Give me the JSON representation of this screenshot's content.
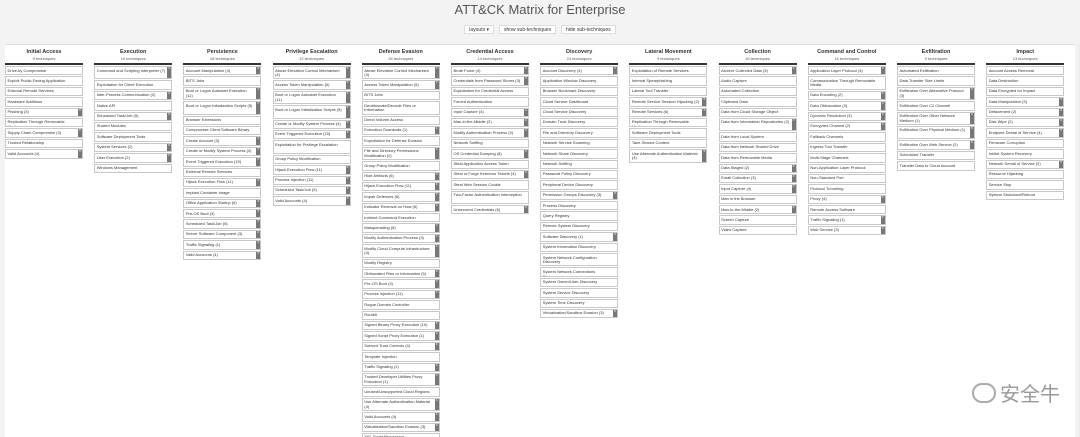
{
  "page": {
    "title": "ATT&CK Matrix for Enterprise"
  },
  "toolbar": {
    "layouts": "layouts ▾",
    "show_sub": "show sub-techniques",
    "hide_sub": "hide sub-techniques"
  },
  "watermark": "安全牛",
  "tactics": [
    {
      "name": "Initial Access",
      "count": "9 techniques",
      "items": [
        [
          "Drive-by Compromise",
          0
        ],
        [
          "Exploit Public-Facing Application",
          0
        ],
        [
          "External Remote Services",
          0
        ],
        [
          "Hardware Additions",
          0
        ],
        [
          "Phishing (3)",
          1
        ],
        [
          "Replication Through Removable Media",
          0
        ],
        [
          "Supply Chain Compromise (3)",
          1
        ],
        [
          "Trusted Relationship",
          0
        ],
        [
          "Valid Accounts (4)",
          1
        ]
      ]
    },
    {
      "name": "Execution",
      "count": "10 techniques",
      "items": [
        [
          "Command and Scripting Interpreter (7)",
          1
        ],
        [
          "Exploitation for Client Execution",
          0
        ],
        [
          "Inter-Process Communication (2)",
          1
        ],
        [
          "Native API",
          0
        ],
        [
          "Scheduled Task/Job (5)",
          1
        ],
        [
          "Shared Modules",
          0
        ],
        [
          "Software Deployment Tools",
          0
        ],
        [
          "System Services (2)",
          1
        ],
        [
          "User Execution (2)",
          1
        ],
        [
          "Windows Management Instrumentation",
          0
        ]
      ]
    },
    {
      "name": "Persistence",
      "count": "18 techniques",
      "items": [
        [
          "Account Manipulation (4)",
          1
        ],
        [
          "BITS Jobs",
          0
        ],
        [
          "Boot or Logon Autostart Execution (11)",
          1
        ],
        [
          "Boot or Logon Initialization Scripts (5)",
          1
        ],
        [
          "Browser Extensions",
          0
        ],
        [
          "Compromise Client Software Binary",
          0
        ],
        [
          "Create Account (3)",
          1
        ],
        [
          "Create or Modify System Process (4)",
          1
        ],
        [
          "Event Triggered Execution (15)",
          1
        ],
        [
          "External Remote Services",
          0
        ],
        [
          "Hijack Execution Flow (11)",
          1
        ],
        [
          "Implant Container Image",
          0
        ],
        [
          "Office Application Startup (6)",
          1
        ],
        [
          "Pre-OS Boot (3)",
          1
        ],
        [
          "Scheduled Task/Job (5)",
          1
        ],
        [
          "Server Software Component (3)",
          1
        ],
        [
          "Traffic Signaling (1)",
          1
        ],
        [
          "Valid Accounts (4)",
          1
        ]
      ]
    },
    {
      "name": "Privilege Escalation",
      "count": "12 techniques",
      "items": [
        [
          "Abuse Elevation Control Mechanism (4)",
          1
        ],
        [
          "Access Token Manipulation (5)",
          1
        ],
        [
          "Boot or Logon Autostart Execution (11)",
          1
        ],
        [
          "Boot or Logon Initialization Scripts (5)",
          1
        ],
        [
          "Create or Modify System Process (4)",
          1
        ],
        [
          "Event Triggered Execution (15)",
          1
        ],
        [
          "Exploitation for Privilege Escalation",
          0
        ],
        [
          "Group Policy Modification",
          0
        ],
        [
          "Hijack Execution Flow (11)",
          1
        ],
        [
          "Process Injection (11)",
          1
        ],
        [
          "Scheduled Task/Job (5)",
          1
        ],
        [
          "Valid Accounts (4)",
          1
        ]
      ]
    },
    {
      "name": "Defense Evasion",
      "count": "34 techniques",
      "items": [
        [
          "Abuse Elevation Control Mechanism (4)",
          1
        ],
        [
          "Access Token Manipulation (5)",
          1
        ],
        [
          "BITS Jobs",
          0
        ],
        [
          "Deobfuscate/Decode Files or Information",
          0
        ],
        [
          "Direct Volume Access",
          0
        ],
        [
          "Execution Guardrails (1)",
          1
        ],
        [
          "Exploitation for Defense Evasion",
          0
        ],
        [
          "File and Directory Permissions Modification (2)",
          1
        ],
        [
          "Group Policy Modification",
          0
        ],
        [
          "Hide Artifacts (6)",
          1
        ],
        [
          "Hijack Execution Flow (11)",
          1
        ],
        [
          "Impair Defenses (6)",
          1
        ],
        [
          "Indicator Removal on Host (6)",
          1
        ],
        [
          "Indirect Command Execution",
          0
        ],
        [
          "Masquerading (6)",
          1
        ],
        [
          "Modify Authentication Process (3)",
          1
        ],
        [
          "Modify Cloud Compute Infrastructure (4)",
          1
        ],
        [
          "Modify Registry",
          0
        ],
        [
          "Obfuscated Files or Information (5)",
          1
        ],
        [
          "Pre-OS Boot (3)",
          1
        ],
        [
          "Process Injection (11)",
          1
        ],
        [
          "Rogue Domain Controller",
          0
        ],
        [
          "Rootkit",
          0
        ],
        [
          "Signed Binary Proxy Execution (10)",
          1
        ],
        [
          "Signed Script Proxy Execution (1)",
          1
        ],
        [
          "Subvert Trust Controls (4)",
          1
        ],
        [
          "Template Injection",
          0
        ],
        [
          "Traffic Signaling (1)",
          1
        ],
        [
          "Trusted Developer Utilities Proxy Execution (1)",
          1
        ],
        [
          "Unused/Unsupported Cloud Regions",
          0
        ],
        [
          "Use Alternate Authentication Material (4)",
          1
        ],
        [
          "Valid Accounts (4)",
          1
        ],
        [
          "Virtualization/Sandbox Evasion (3)",
          1
        ],
        [
          "XSL Script Processing",
          0
        ]
      ]
    },
    {
      "name": "Credential Access",
      "count": "14 techniques",
      "items": [
        [
          "Brute Force (4)",
          1
        ],
        [
          "Credentials from Password Stores (3)",
          1
        ],
        [
          "Exploitation for Credential Access",
          0
        ],
        [
          "Forced Authentication",
          0
        ],
        [
          "Input Capture (4)",
          1
        ],
        [
          "Man-in-the-Middle (2)",
          1
        ],
        [
          "Modify Authentication Process (3)",
          1
        ],
        [
          "Network Sniffing",
          0
        ],
        [
          "OS Credential Dumping (8)",
          1
        ],
        [
          "Steal Application Access Token",
          0
        ],
        [
          "Steal or Forge Kerberos Tickets (4)",
          1
        ],
        [
          "Steal Web Session Cookie",
          0
        ],
        [
          "Two-Factor Authentication Interception",
          0
        ],
        [
          "Unsecured Credentials (6)",
          1
        ]
      ]
    },
    {
      "name": "Discovery",
      "count": "24 techniques",
      "items": [
        [
          "Account Discovery (4)",
          1
        ],
        [
          "Application Window Discovery",
          0
        ],
        [
          "Browser Bookmark Discovery",
          0
        ],
        [
          "Cloud Service Dashboard",
          0
        ],
        [
          "Cloud Service Discovery",
          0
        ],
        [
          "Domain Trust Discovery",
          0
        ],
        [
          "File and Directory Discovery",
          0
        ],
        [
          "Network Service Scanning",
          0
        ],
        [
          "Network Share Discovery",
          0
        ],
        [
          "Network Sniffing",
          0
        ],
        [
          "Password Policy Discovery",
          0
        ],
        [
          "Peripheral Device Discovery",
          0
        ],
        [
          "Permission Groups Discovery (3)",
          1
        ],
        [
          "Process Discovery",
          0
        ],
        [
          "Query Registry",
          0
        ],
        [
          "Remote System Discovery",
          0
        ],
        [
          "Software Discovery (1)",
          1
        ],
        [
          "System Information Discovery",
          0
        ],
        [
          "System Network Configuration Discovery",
          0
        ],
        [
          "System Network Connections Discovery",
          0
        ],
        [
          "System Owner/User Discovery",
          0
        ],
        [
          "System Service Discovery",
          0
        ],
        [
          "System Time Discovery",
          0
        ],
        [
          "Virtualization/Sandbox Evasion (3)",
          1
        ]
      ]
    },
    {
      "name": "Lateral Movement",
      "count": "9 techniques",
      "items": [
        [
          "Exploitation of Remote Services",
          0
        ],
        [
          "Internal Spearphishing",
          0
        ],
        [
          "Lateral Tool Transfer",
          0
        ],
        [
          "Remote Service Session Hijacking (2)",
          1
        ],
        [
          "Remote Services (6)",
          1
        ],
        [
          "Replication Through Removable Media",
          0
        ],
        [
          "Software Deployment Tools",
          0
        ],
        [
          "Taint Shared Content",
          0
        ],
        [
          "Use Alternate Authentication Material (4)",
          1
        ]
      ]
    },
    {
      "name": "Collection",
      "count": "16 techniques",
      "items": [
        [
          "Archive Collected Data (3)",
          1
        ],
        [
          "Audio Capture",
          0
        ],
        [
          "Automated Collection",
          0
        ],
        [
          "Clipboard Data",
          0
        ],
        [
          "Data from Cloud Storage Object",
          0
        ],
        [
          "Data from Information Repositories (2)",
          1
        ],
        [
          "Data from Local System",
          0
        ],
        [
          "Data from Network Shared Drive",
          0
        ],
        [
          "Data from Removable Media",
          0
        ],
        [
          "Data Staged (2)",
          1
        ],
        [
          "Email Collection (3)",
          1
        ],
        [
          "Input Capture (4)",
          1
        ],
        [
          "Man in the Browser",
          0
        ],
        [
          "Man-in-the-Middle (2)",
          1
        ],
        [
          "Screen Capture",
          0
        ],
        [
          "Video Capture",
          0
        ]
      ]
    },
    {
      "name": "Command and Control",
      "count": "16 techniques",
      "items": [
        [
          "Application Layer Protocol (4)",
          1
        ],
        [
          "Communication Through Removable Media",
          0
        ],
        [
          "Data Encoding (2)",
          1
        ],
        [
          "Data Obfuscation (3)",
          1
        ],
        [
          "Dynamic Resolution (3)",
          1
        ],
        [
          "Encrypted Channel (2)",
          1
        ],
        [
          "Fallback Channels",
          0
        ],
        [
          "Ingress Tool Transfer",
          0
        ],
        [
          "Multi-Stage Channels",
          0
        ],
        [
          "Non-Application Layer Protocol",
          0
        ],
        [
          "Non-Standard Port",
          0
        ],
        [
          "Protocol Tunneling",
          0
        ],
        [
          "Proxy (4)",
          1
        ],
        [
          "Remote Access Software",
          0
        ],
        [
          "Traffic Signaling (1)",
          1
        ],
        [
          "Web Service (3)",
          1
        ]
      ]
    },
    {
      "name": "Exfiltration",
      "count": "9 techniques",
      "items": [
        [
          "Automated Exfiltration",
          0
        ],
        [
          "Data Transfer Size Limits",
          0
        ],
        [
          "Exfiltration Over Alternative Protocol (3)",
          1
        ],
        [
          "Exfiltration Over C2 Channel",
          0
        ],
        [
          "Exfiltration Over Other Network Medium (1)",
          1
        ],
        [
          "Exfiltration Over Physical Medium (1)",
          1
        ],
        [
          "Exfiltration Over Web Service (2)",
          1
        ],
        [
          "Scheduled Transfer",
          0
        ],
        [
          "Transfer Data to Cloud Account",
          0
        ]
      ]
    },
    {
      "name": "Impact",
      "count": "13 techniques",
      "items": [
        [
          "Account Access Removal",
          0
        ],
        [
          "Data Destruction",
          0
        ],
        [
          "Data Encrypted for Impact",
          0
        ],
        [
          "Data Manipulation (3)",
          1
        ],
        [
          "Defacement (2)",
          1
        ],
        [
          "Disk Wipe (2)",
          1
        ],
        [
          "Endpoint Denial of Service (4)",
          1
        ],
        [
          "Firmware Corruption",
          0
        ],
        [
          "Inhibit System Recovery",
          0
        ],
        [
          "Network Denial of Service (2)",
          1
        ],
        [
          "Resource Hijacking",
          0
        ],
        [
          "Service Stop",
          0
        ],
        [
          "System Shutdown/Reboot",
          0
        ]
      ]
    }
  ]
}
